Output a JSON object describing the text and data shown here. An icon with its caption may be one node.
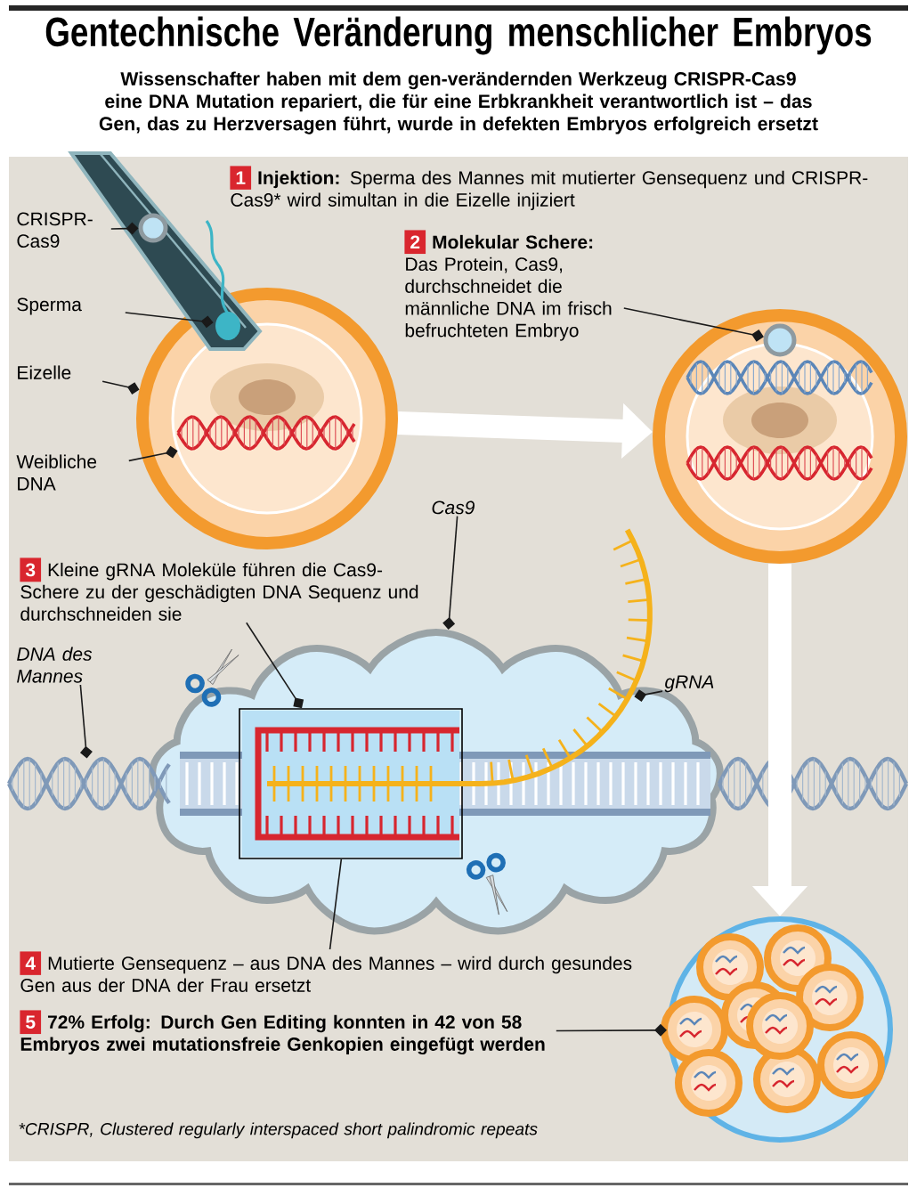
{
  "diagram": {
    "title": "Gentechnische Veränderung menschlicher Embryos",
    "nodes": [
      {
        "text": [
          "1",
          "**Injektion:** Sperma des Mannes mit mutierter Gensequenz und CRISPR-Cas9* wird simultan in die Eizelle injiziert"
        ]
      },
      {
        "text": [
          "CRISPR-Cas9"
        ]
      },
      {
        "text": [],
        "shape": "circle"
      },
      {
        "text": [
          "Sperma"
        ]
      },
      {
        "text": [],
        "shape": "picture"
      },
      {
        "text": [
          "Eizelle"
        ]
      },
      {
        "text": [],
        "shape": "circle"
      },
      {
        "text": [
          "Weibliche DNA"
        ]
      },
      {
        "text": [],
        "shape": "picture",
        "in": 6
      },
      {
        "text": [
          "2",
          "**Molekular Schere:** Das Protein, Cas9, durchschneidet die männliche DNA im frisch befruchteten Embryo"
        ]
      },
      {
        "text": [],
        "shape": "circle"
      },
      {
        "text": [],
        "shape": "circle",
        "in": 10
      },
      {
        "text": [
          "Cas9"
        ]
      },
      {
        "text": [],
        "shape": "cloud"
      },
      {
        "text": [
          "3",
          "Kleine gRNA Moleküle führen die Cas9-Schere zu der geschädigten DNA Sequenz und durchschneiden sie"
        ]
      },
      {
        "text": [],
        "shape": "box",
        "in": 13
      },
      {
        "text": [
          "gRNA"
        ]
      },
      {
        "text": [],
        "shape": "picture"
      },
      {
        "text": [
          "DNA des Mannes"
        ]
      },
      {
        "text": [],
        "shape": "picture"
      },
      {
        "text": [
          "4",
          "Mutierte Gensequenz – aus DNA des Mannes – wird durch gesundes Gen aus der DNA der Frau ersetzt"
        ]
      },
      {
        "text": [],
        "shape": "circle"
      },
      {
        "text": [
          "5",
          "72% Erfolg: Durch Gen Editing konnten in 42 von 58 Embryos zwei mutationsfreie Genkopien eingefügt werden"
        ]
      }
    ],
    "edges": [
      {
        "from": 1,
        "to": 2,
        "arrow": "other"
      },
      {
        "from": 3,
        "to": 4,
        "arrow": "other"
      },
      {
        "from": 5,
        "to": 6,
        "arrow": "other"
      },
      {
        "from": 7,
        "to": 8,
        "arrow": "other"
      },
      {
        "from": 9,
        "to": 11,
        "arrow": "other"
      },
      {
        "from": 6,
        "to": 10,
        "arrow": "to",
        "style": "thick",
        "color": "#ffffff"
      },
      {
        "from": 10,
        "to": 21,
        "arrow": "to",
        "style": "thick",
        "color": "#ffffff"
      },
      {
        "from": 12,
        "to": 13,
        "arrow": "other"
      },
      {
        "from": 14,
        "to": 15,
        "arrow": "other"
      },
      {
        "from": 16,
        "to": 17,
        "arrow": "other"
      },
      {
        "from": 18,
        "to": 19,
        "arrow": "other"
      },
      {
        "from": 15,
        "to": 20,
        "arrow": "none"
      },
      {
        "from": 22,
        "to": 21,
        "arrow": "other"
      }
    ],
    "labels": [
      "Wissenschafter haben mit dem gen-verändernden Werkzeug CRISPR-Cas9 eine DNA Mutation repariert, die für eine Erbkrankheit verantwortlich ist – das Gen, das zu Herzversagen führt, wurde in defekten Embryos erfolgreich ersetzt",
      "*CRISPR, Clustered regularly interspaced short palindromic repeats"
    ]
  }
}
